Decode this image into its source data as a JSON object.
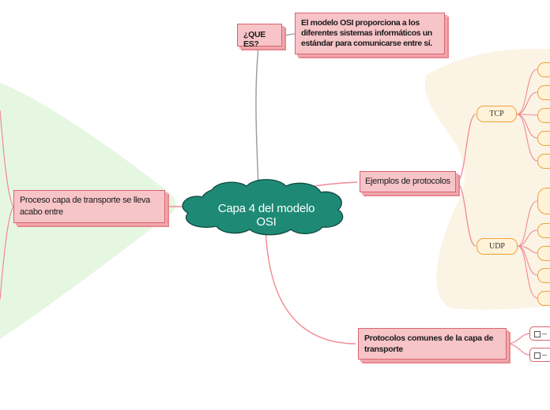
{
  "central": {
    "label": "Capa 4 del modelo OSI"
  },
  "que_es": {
    "label": "¿QUE ES?",
    "definicion": "El modelo OSI proporciona a los diferentes sistemas informáticos un estándar para comunicarse entre sí."
  },
  "ejemplos": {
    "label": "Ejemplos de protocolos",
    "tcp": "TCP",
    "udp": "UDP"
  },
  "proceso": {
    "label": "Proceso capa de transporte se lleva acabo entre"
  },
  "protocolos": {
    "label": "Protocolos comunes de la capa de transporte"
  },
  "colors": {
    "central_fill": "#1e8a76",
    "topic_fill": "#f7c4c8",
    "topic_border": "#d9646c",
    "connector_pink": "#f08a94",
    "connector_gray": "#9a9a9a",
    "green_region": "#e6f7e1",
    "beige_region": "#fbf3e4",
    "pill_fill": "#fff2d9",
    "pill_border": "#f0a23a"
  }
}
